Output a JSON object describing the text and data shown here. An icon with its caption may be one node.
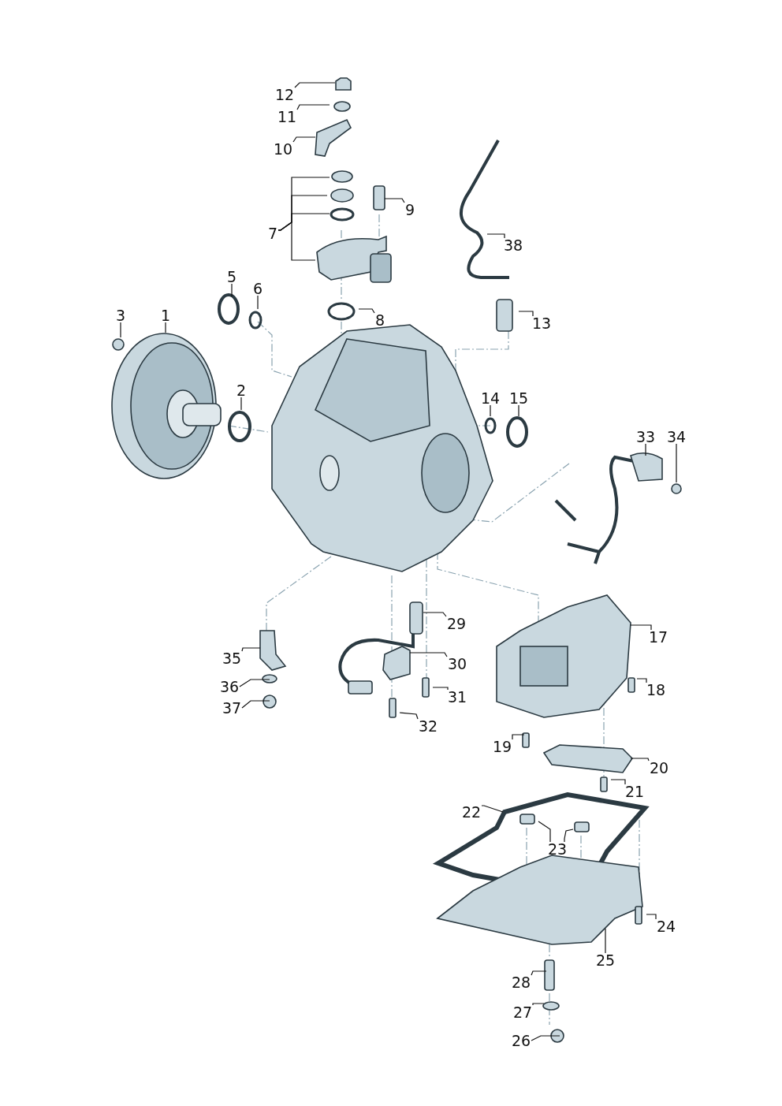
{
  "diagram": {
    "nodes": [
      {
        "text": [
          "1"
        ]
      },
      {
        "text": [
          "2"
        ]
      },
      {
        "text": [
          "3"
        ]
      },
      {
        "text": [
          "5"
        ]
      },
      {
        "text": [
          "6"
        ]
      },
      {
        "text": [
          "7"
        ]
      },
      {
        "text": [
          "8"
        ]
      },
      {
        "text": [
          "9"
        ]
      },
      {
        "text": [
          "10"
        ]
      },
      {
        "text": [
          "11"
        ]
      },
      {
        "text": [
          "12"
        ]
      },
      {
        "text": [
          "13"
        ]
      },
      {
        "text": [
          "14"
        ]
      },
      {
        "text": [
          "15"
        ]
      },
      {
        "text": [
          "17"
        ]
      },
      {
        "text": [
          "18"
        ]
      },
      {
        "text": [
          "19"
        ]
      },
      {
        "text": [
          "20"
        ]
      },
      {
        "text": [
          "21"
        ]
      },
      {
        "text": [
          "22"
        ]
      },
      {
        "text": [
          "23"
        ]
      },
      {
        "text": [
          "24"
        ]
      },
      {
        "text": [
          "25"
        ]
      },
      {
        "text": [
          "26"
        ]
      },
      {
        "text": [
          "27"
        ]
      },
      {
        "text": [
          "28"
        ]
      },
      {
        "text": [
          "29"
        ]
      },
      {
        "text": [
          "30"
        ]
      },
      {
        "text": [
          "31"
        ]
      },
      {
        "text": [
          "32"
        ]
      },
      {
        "text": [
          "33"
        ]
      },
      {
        "text": [
          "34"
        ]
      },
      {
        "text": [
          "35"
        ]
      },
      {
        "text": [
          "36"
        ]
      },
      {
        "text": [
          "37"
        ]
      },
      {
        "text": [
          "38"
        ]
      }
    ],
    "edges": [
      {
        "from": 0,
        "to": null,
        "arrow": "none"
      },
      {
        "from": 1,
        "to": null,
        "arrow": "none"
      },
      {
        "from": 2,
        "to": null,
        "arrow": "none"
      },
      {
        "from": 3,
        "to": null,
        "arrow": "none"
      },
      {
        "from": 4,
        "to": null,
        "arrow": "none"
      },
      {
        "from": 5,
        "to": null,
        "arrow": "none"
      },
      {
        "from": 5,
        "to": null,
        "arrow": "none"
      },
      {
        "from": 5,
        "to": null,
        "arrow": "none"
      },
      {
        "from": 5,
        "to": null,
        "arrow": "none"
      },
      {
        "from": 6,
        "to": null,
        "arrow": "none"
      },
      {
        "from": 7,
        "to": null,
        "arrow": "none"
      },
      {
        "from": 8,
        "to": null,
        "arrow": "none"
      },
      {
        "from": 9,
        "to": null,
        "arrow": "none"
      },
      {
        "from": 10,
        "to": null,
        "arrow": "none"
      },
      {
        "from": 11,
        "to": null,
        "arrow": "none"
      },
      {
        "from": 12,
        "to": null,
        "arrow": "none"
      },
      {
        "from": 13,
        "to": null,
        "arrow": "none"
      },
      {
        "from": 14,
        "to": null,
        "arrow": "none"
      },
      {
        "from": 15,
        "to": null,
        "arrow": "none"
      },
      {
        "from": 16,
        "to": null,
        "arrow": "none"
      },
      {
        "from": 17,
        "to": null,
        "arrow": "none"
      },
      {
        "from": 18,
        "to": null,
        "arrow": "none"
      },
      {
        "from": 19,
        "to": null,
        "arrow": "none"
      },
      {
        "from": 20,
        "to": null,
        "arrow": "none"
      },
      {
        "from": 20,
        "to": null,
        "arrow": "none"
      },
      {
        "from": 21,
        "to": null,
        "arrow": "none"
      },
      {
        "from": 22,
        "to": null,
        "arrow": "none"
      },
      {
        "from": 23,
        "to": null,
        "arrow": "none"
      },
      {
        "from": 24,
        "to": null,
        "arrow": "none"
      },
      {
        "from": 25,
        "to": null,
        "arrow": "none"
      },
      {
        "from": 26,
        "to": null,
        "arrow": "none"
      },
      {
        "from": 27,
        "to": null,
        "arrow": "none"
      },
      {
        "from": 28,
        "to": null,
        "arrow": "none"
      },
      {
        "from": 29,
        "to": null,
        "arrow": "none"
      },
      {
        "from": 30,
        "to": null,
        "arrow": "none"
      },
      {
        "from": 31,
        "to": null,
        "arrow": "none"
      },
      {
        "from": 32,
        "to": null,
        "arrow": "none"
      },
      {
        "from": 33,
        "to": null,
        "arrow": "none"
      },
      {
        "from": 34,
        "to": null,
        "arrow": "none"
      },
      {
        "from": 35,
        "to": null,
        "arrow": "none"
      }
    ]
  }
}
